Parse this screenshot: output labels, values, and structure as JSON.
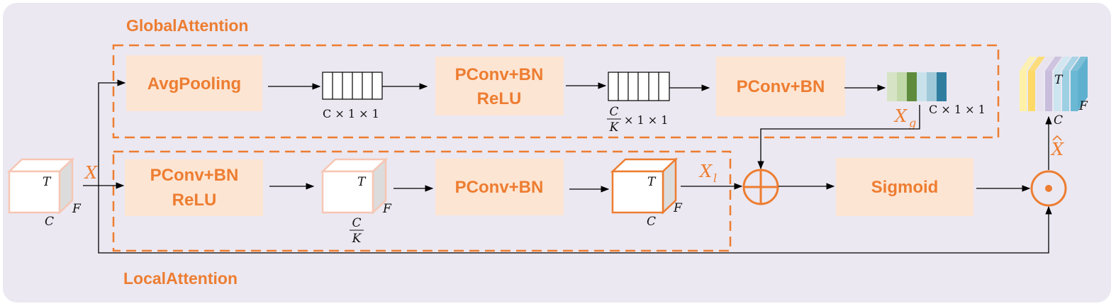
{
  "colors": {
    "background": "#ebe8f1",
    "block_fill": "#fde5d3",
    "accent": "#ed7d31",
    "arrow": "#000000"
  },
  "global_attention": {
    "title": "GlobalAttention",
    "avgpool": "AvgPooling",
    "pconv_bn_1": "PConv+BN",
    "relu_1": "ReLU",
    "pconv_bn_2": "PConv+BN",
    "dim_1": "C × 1 × 1",
    "dim_2_num": "C",
    "dim_2_den": "K",
    "dim_2_rest": "× 1 × 1",
    "dim_3": "C × 1 × 1",
    "xg_base": "X",
    "xg_sub": "g",
    "strip_colors": [
      "#d6e4c5",
      "#c1d8a9",
      "#5f8c3c",
      "#c9e1ea",
      "#9fc9d9",
      "#2f7ea0"
    ]
  },
  "local_attention": {
    "title": "LocalAttention",
    "pconv_bn_1": "PConv+BN",
    "relu_1": "ReLU",
    "pconv_bn_2": "PConv+BN",
    "xl_base": "X",
    "xl_sub": "l",
    "mid_cube_c_num": "C",
    "mid_cube_c_den": "K"
  },
  "input": {
    "label": "X",
    "t": "T",
    "f": "F",
    "c": "C"
  },
  "mid_cube": {
    "t": "T",
    "f": "F"
  },
  "local_cube": {
    "t": "T",
    "f": "F",
    "c": "C"
  },
  "fusion": {
    "sigmoid": "Sigmoid"
  },
  "output": {
    "label": "X",
    "t": "T",
    "f": "F",
    "c": "C",
    "slab_colors": [
      "#fff2a8",
      "#ffd966",
      "#e8e2ef",
      "#c9bddc",
      "#cde5f0",
      "#9dd0e3",
      "#6bb8d4"
    ]
  }
}
